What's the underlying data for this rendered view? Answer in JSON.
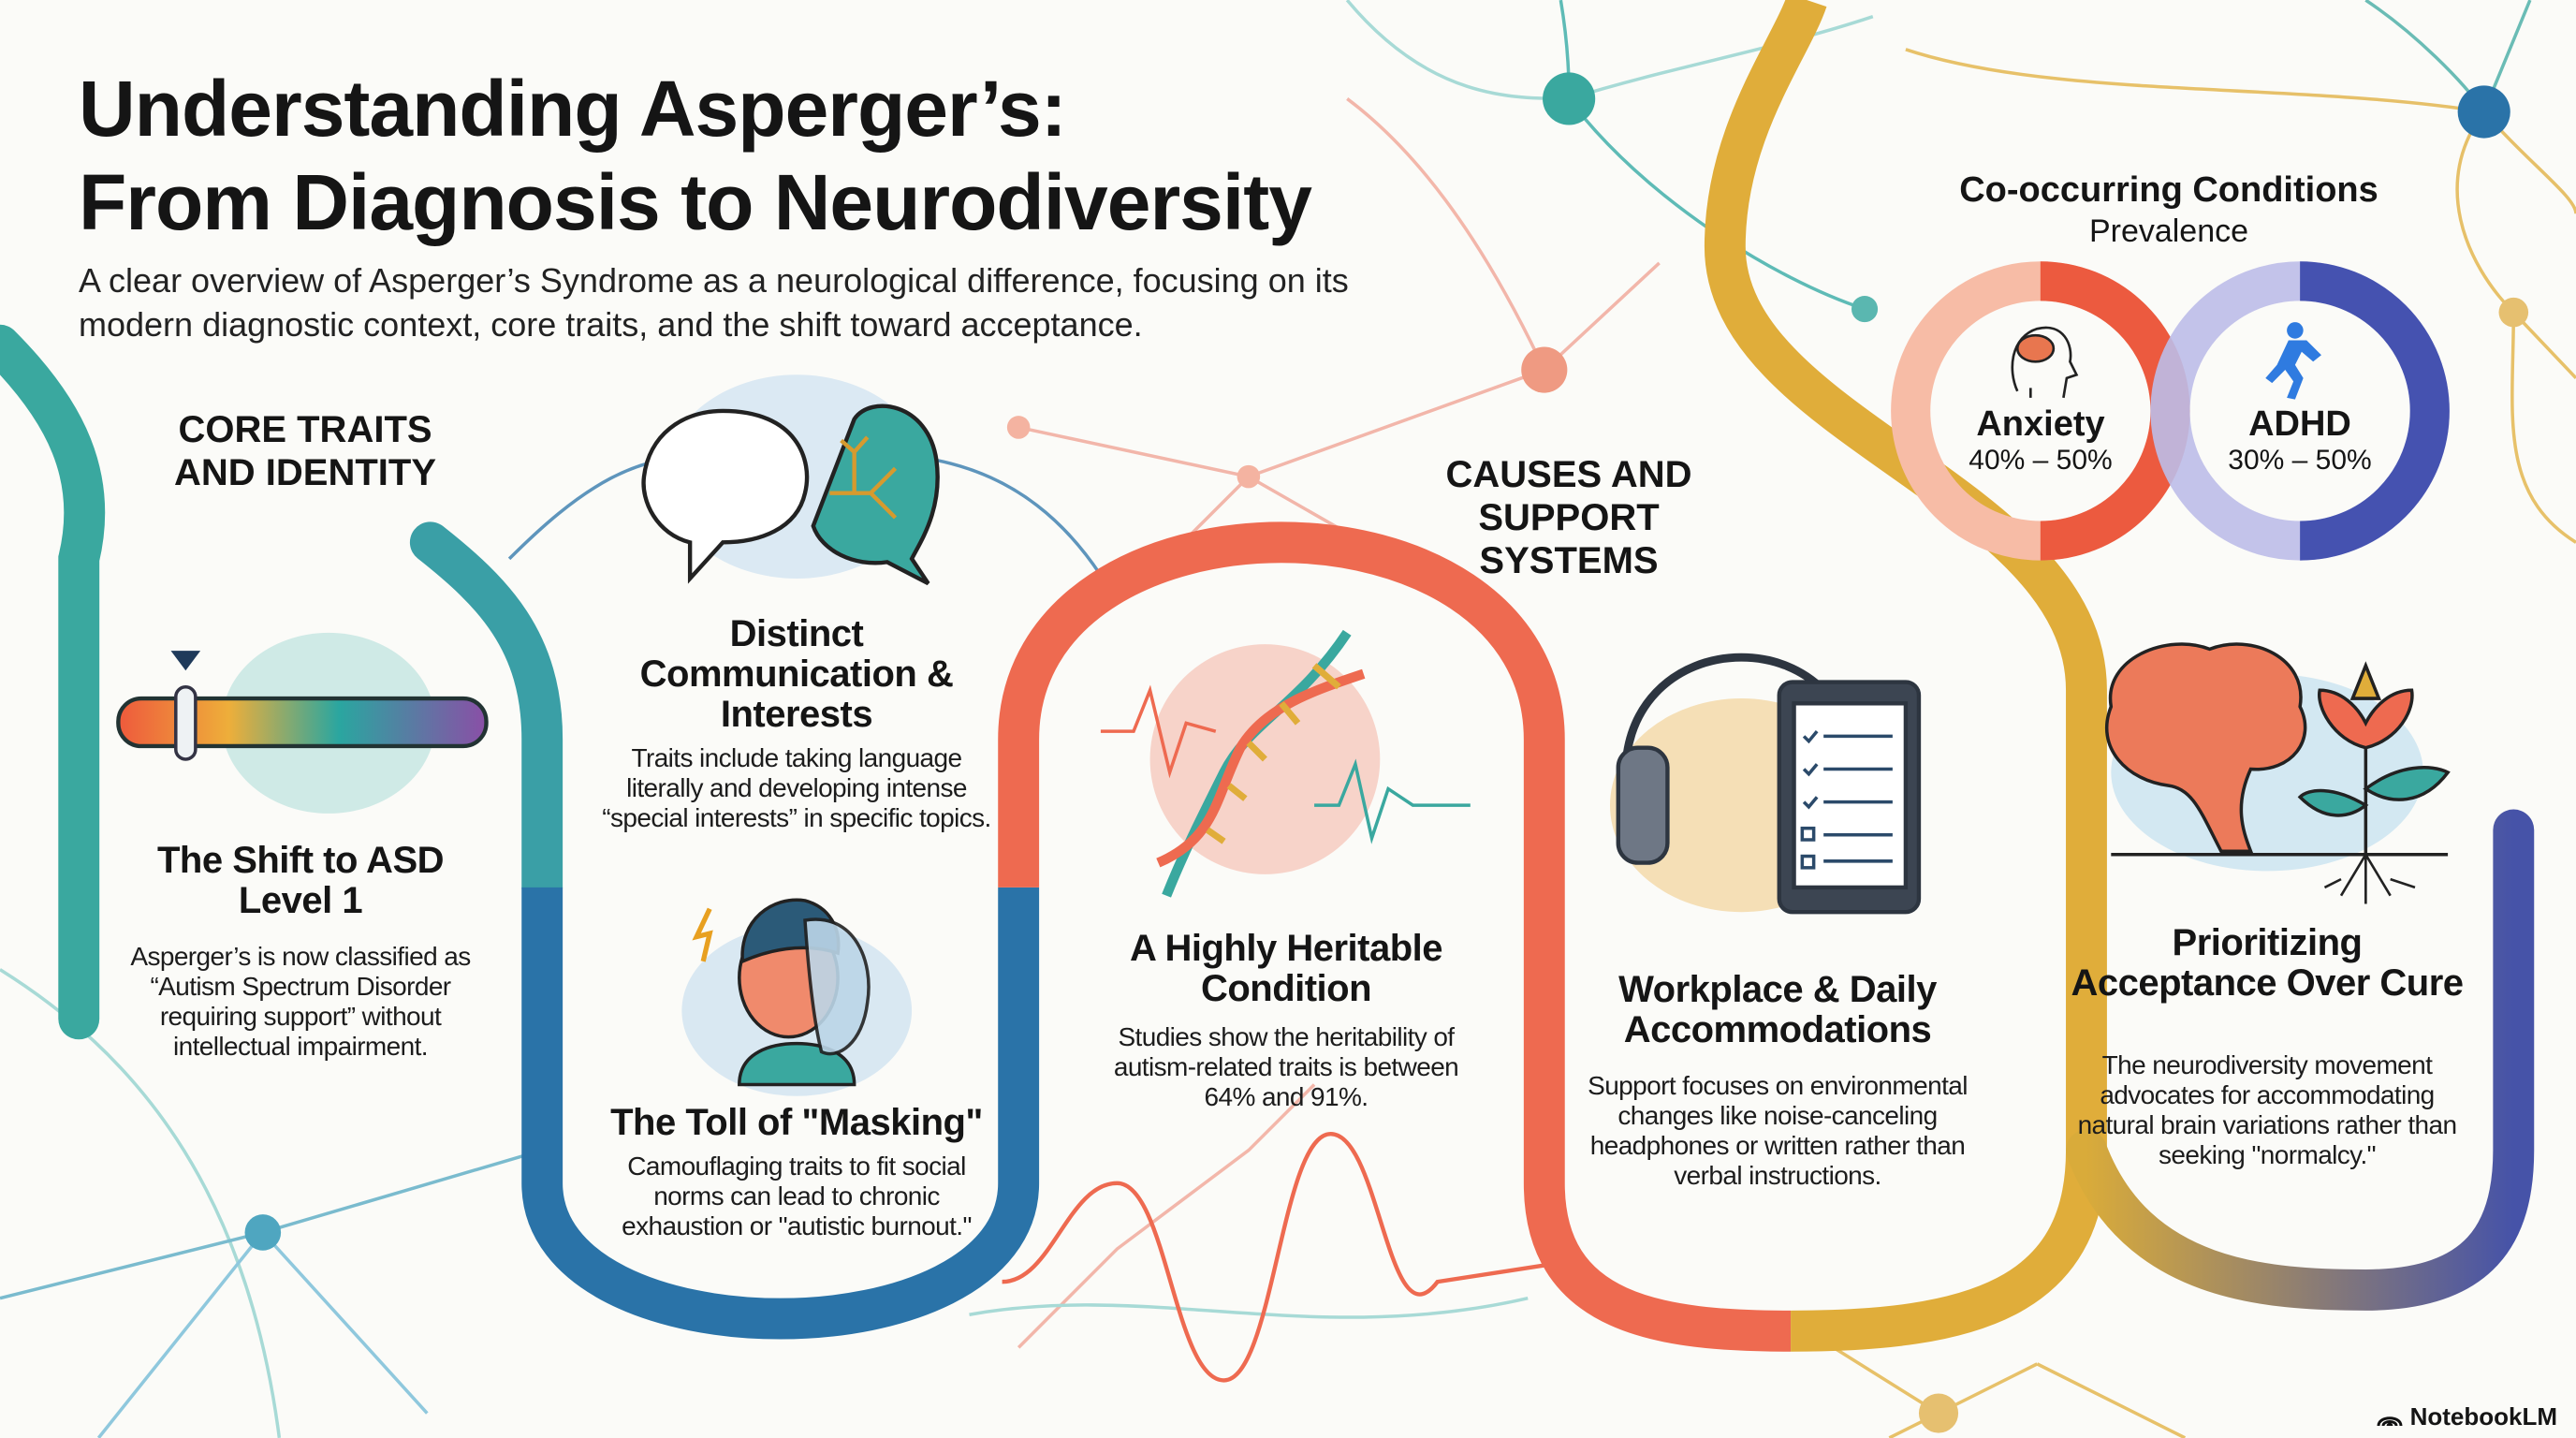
{
  "header": {
    "title_line1": "Understanding Asperger’s:",
    "title_line2": "From Diagnosis to Neurodiversity",
    "subtitle_line1": "A clear overview of Asperger’s Syndrome as a neurological difference, focusing on its",
    "subtitle_line2": "modern diagnostic context, core traits, and the shift toward acceptance."
  },
  "sections": {
    "core_traits": "CORE TRAITS AND IDENTITY",
    "causes_support": "CAUSES AND SUPPORT SYSTEMS"
  },
  "cards": [
    {
      "title": "The Shift to ASD Level 1",
      "body": "Asperger’s is now classified as “Autism Spectrum Disorder requiring support” without intellectual impairment.",
      "icon": "spectrum-slider-icon"
    },
    {
      "title": "Distinct Communication & Interests",
      "body": "Traits include taking language literally and developing intense “special interests” in specific topics.",
      "icon": "speech-bubbles-icon"
    },
    {
      "title": "The Toll of \"Masking\"",
      "body": "Camouflaging traits to fit social norms can lead to chronic exhaustion or \"autistic burnout.\"",
      "icon": "face-mask-icon"
    },
    {
      "title": "A Highly Heritable Condition",
      "body": "Studies show the heritability of autism-related traits is between 64% and 91%.",
      "icon": "dna-icon"
    },
    {
      "title": "Workplace & Daily Accommodations",
      "body": "Support focuses on environmental changes like noise-canceling headphones or written rather than verbal instructions.",
      "icon": "headphones-tablet-icon"
    },
    {
      "title": "Prioritizing Acceptance Over Cure",
      "body": "The neurodiversity movement advocates for accommodating natural brain variations rather than seeking \"normalcy.\"",
      "icon": "brain-flower-icon"
    }
  ],
  "co_occurring": {
    "title": "Co-occurring Conditions",
    "subtitle": "Prevalence",
    "items": [
      {
        "label": "Anxiety",
        "range": "40% – 50%",
        "icon": "brain-head-icon",
        "color": "#ec5a3f",
        "light": "#f7bca6"
      },
      {
        "label": "ADHD",
        "range": "30% – 50%",
        "icon": "running-person-icon",
        "color": "#4552b0",
        "light": "#bcbde8"
      }
    ]
  },
  "colors": {
    "teal": "#3aa89f",
    "blue": "#2a73a8",
    "red": "#ee6a50",
    "yellow": "#e0ad3a",
    "indigo": "#4653a8"
  },
  "brand": "NotebookLM"
}
